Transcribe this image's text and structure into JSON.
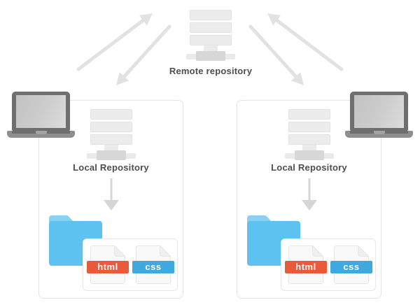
{
  "remote": {
    "label": "Remote repository"
  },
  "panels": [
    {
      "label": "Local Repository",
      "files": [
        {
          "label": "html",
          "badge_color": "#e75b3a"
        },
        {
          "label": "css",
          "badge_color": "#3fa8e0"
        }
      ]
    },
    {
      "label": "Local Repository",
      "files": [
        {
          "label": "html",
          "badge_color": "#e75b3a"
        },
        {
          "label": "css",
          "badge_color": "#3fa8e0"
        }
      ]
    }
  ],
  "icons": {
    "remote_repository": "server-icon",
    "local_repository": "server-icon",
    "workstation": "laptop-icon",
    "working_directory": "folder-icon",
    "documents": "file-icon",
    "sync": "diagonal-arrow-icon",
    "flow": "down-arrow-icon"
  },
  "colors": {
    "arrow": "#e2e2e2",
    "down_arrow": "#d6d6d6",
    "server_fill": "#ececec",
    "server_base": "#d7d7d7",
    "panel_border": "#e4e4e4",
    "folder_body": "#5fc1ef",
    "folder_tab": "#88d1f3",
    "html_badge": "#e75b3a",
    "css_badge": "#3fa8e0",
    "laptop_frame": "#6e6e6e",
    "label_text": "#4e4e4e"
  }
}
